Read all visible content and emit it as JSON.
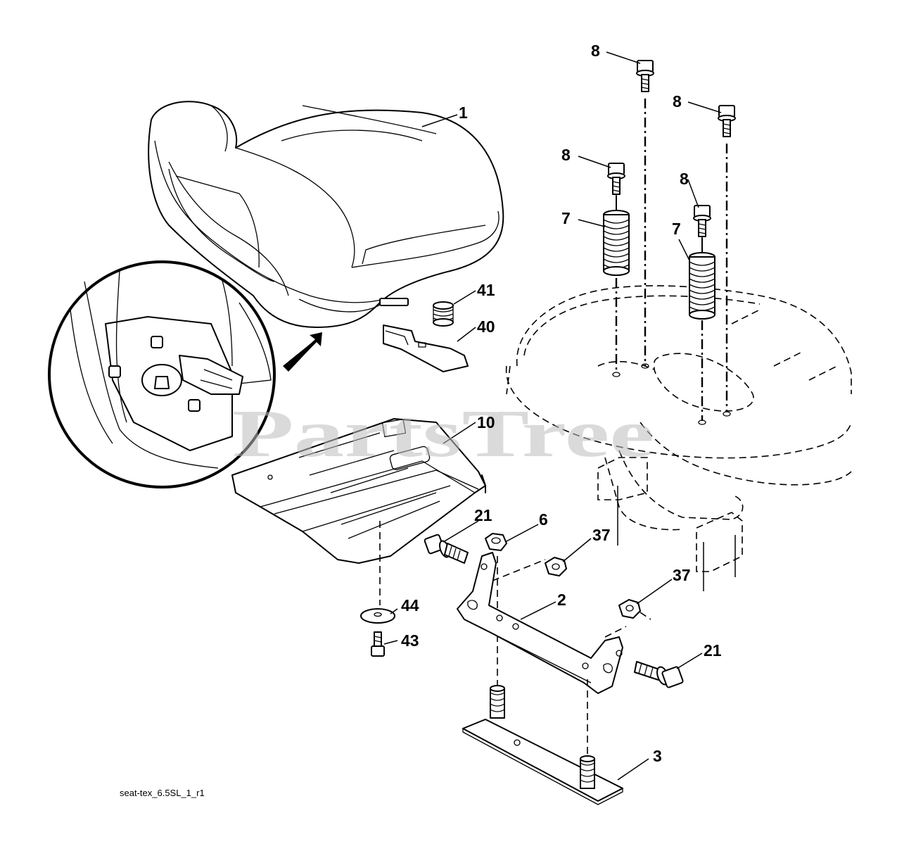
{
  "watermark": "PartsTree",
  "caption": "seat-tex_6.5SL_1_r1",
  "callouts": {
    "seat": "1",
    "bracket": "2",
    "plate": "3",
    "nut_6": "6",
    "spring_left": "7",
    "spring_right": "7",
    "bolt_8_a": "8",
    "bolt_8_b": "8",
    "bolt_8_c": "8",
    "bolt_8_d": "8",
    "seat_pan": "10",
    "bolt_21_left": "21",
    "bolt_21_right": "21",
    "nut_37_a": "37",
    "nut_37_b": "37",
    "clip_40": "40",
    "spring_41": "41",
    "bolt_43": "43",
    "washer_44": "44"
  }
}
